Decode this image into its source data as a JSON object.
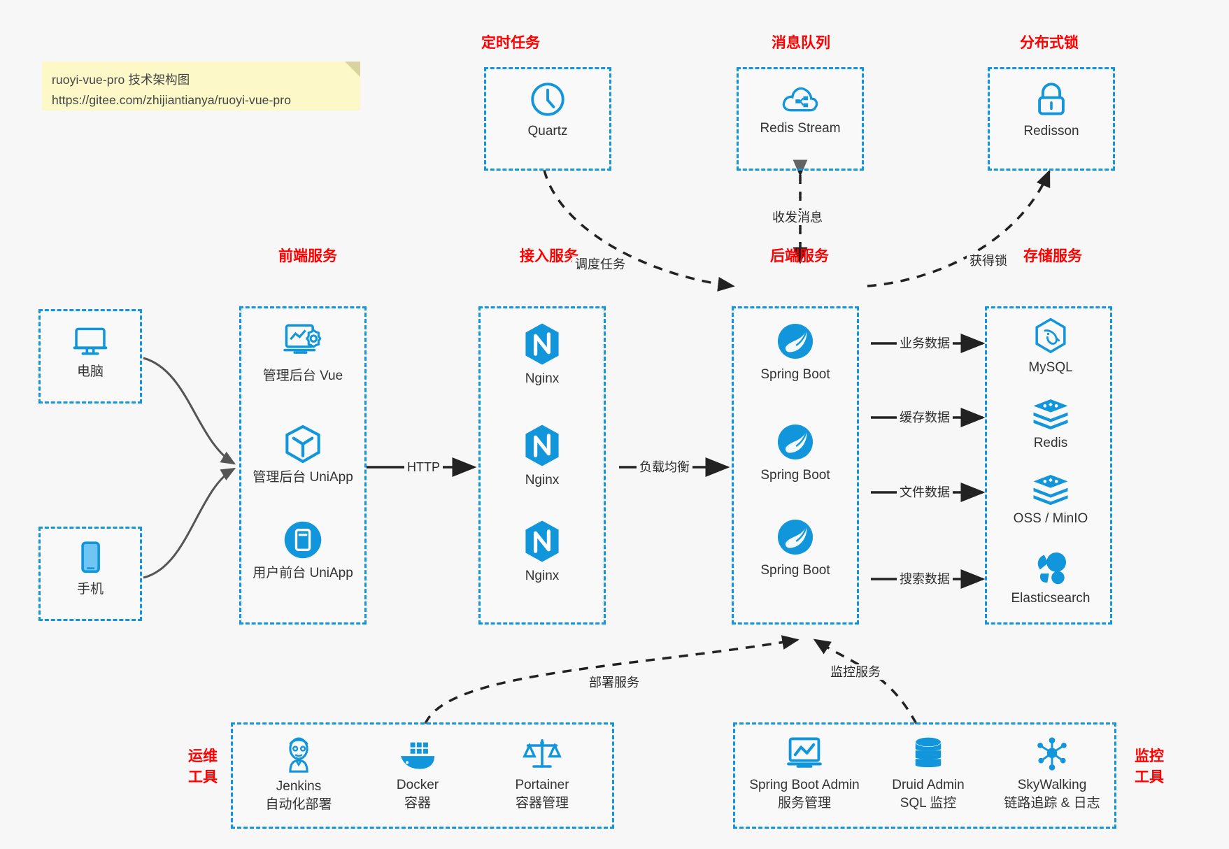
{
  "note": {
    "line1": "ruoyi-vue-pro 技术架构图",
    "line2": "https://gitee.com/zhijiantianya/ruoyi-vue-pro"
  },
  "colors": {
    "accent": "#1296db",
    "title_red": "#ff0000",
    "background": "#f7f7f7",
    "note_bg": "#fcf8c8",
    "edge_solid": "#222222",
    "edge_gray": "#555555"
  },
  "groups": {
    "scheduled_task": {
      "title": "定时任务",
      "nodes": [
        {
          "label": "Quartz",
          "icon": "clock-icon"
        }
      ]
    },
    "message_queue": {
      "title": "消息队列",
      "nodes": [
        {
          "label": "Redis Stream",
          "icon": "cloud-stream-icon"
        }
      ]
    },
    "distributed_lock": {
      "title": "分布式锁",
      "nodes": [
        {
          "label": "Redisson",
          "icon": "lock-icon"
        }
      ]
    },
    "clients": {
      "nodes": [
        {
          "label": "电脑",
          "icon": "desktop-icon"
        },
        {
          "label": "手机",
          "icon": "mobile-icon"
        }
      ]
    },
    "frontend": {
      "title": "前端服务",
      "nodes": [
        {
          "label": "管理后台 Vue",
          "icon": "dashboard-settings-icon"
        },
        {
          "label": "管理后台 UniApp",
          "icon": "cube-icon"
        },
        {
          "label": "用户前台 UniApp",
          "icon": "app-window-icon"
        }
      ]
    },
    "gateway": {
      "title": "接入服务",
      "nodes": [
        {
          "label": "Nginx",
          "icon": "nginx-icon"
        },
        {
          "label": "Nginx",
          "icon": "nginx-icon"
        },
        {
          "label": "Nginx",
          "icon": "nginx-icon"
        }
      ]
    },
    "backend": {
      "title": "后端服务",
      "nodes": [
        {
          "label": "Spring Boot",
          "icon": "spring-leaf-icon"
        },
        {
          "label": "Spring Boot",
          "icon": "spring-leaf-icon"
        },
        {
          "label": "Spring Boot",
          "icon": "spring-leaf-icon"
        }
      ]
    },
    "storage": {
      "title": "存储服务",
      "nodes": [
        {
          "label": "MySQL",
          "icon": "mysql-dolphin-icon"
        },
        {
          "label": "Redis",
          "icon": "redis-stack-icon"
        },
        {
          "label": "OSS / MinIO",
          "icon": "redis-stack-icon"
        },
        {
          "label": "Elasticsearch",
          "icon": "elasticsearch-icon"
        }
      ]
    },
    "devops": {
      "title_line1": "运维",
      "title_line2": "工具",
      "nodes": [
        {
          "label": "Jenkins",
          "sublabel": "自动化部署",
          "icon": "jenkins-butler-icon"
        },
        {
          "label": "Docker",
          "sublabel": "容器",
          "icon": "docker-whale-icon"
        },
        {
          "label": "Portainer",
          "sublabel": "容器管理",
          "icon": "scales-icon"
        }
      ]
    },
    "monitoring": {
      "title_line1": "监控",
      "title_line2": "工具",
      "nodes": [
        {
          "label": "Spring Boot Admin",
          "sublabel": "服务管理",
          "icon": "monitor-chart-icon"
        },
        {
          "label": "Druid Admin",
          "sublabel": "SQL 监控",
          "icon": "database-icon"
        },
        {
          "label": "SkyWalking",
          "sublabel": "链路追踪 & 日志",
          "icon": "skywalking-node-icon"
        }
      ]
    }
  },
  "edges": [
    {
      "id": "schedule-task",
      "label": "调度任务",
      "style": "dashed"
    },
    {
      "id": "send-receive-message",
      "label": "收发消息",
      "style": "dashed"
    },
    {
      "id": "acquire-lock",
      "label": "获得锁",
      "style": "dashed"
    },
    {
      "id": "http",
      "label": "HTTP",
      "style": "solid"
    },
    {
      "id": "load-balance",
      "label": "负载均衡",
      "style": "solid"
    },
    {
      "id": "business-data",
      "label": "业务数据",
      "style": "solid"
    },
    {
      "id": "cache-data",
      "label": "缓存数据",
      "style": "solid"
    },
    {
      "id": "file-data",
      "label": "文件数据",
      "style": "solid"
    },
    {
      "id": "search-data",
      "label": "搜索数据",
      "style": "solid"
    },
    {
      "id": "deploy-service",
      "label": "部署服务",
      "style": "dashed"
    },
    {
      "id": "monitor-service",
      "label": "监控服务",
      "style": "dashed"
    }
  ]
}
